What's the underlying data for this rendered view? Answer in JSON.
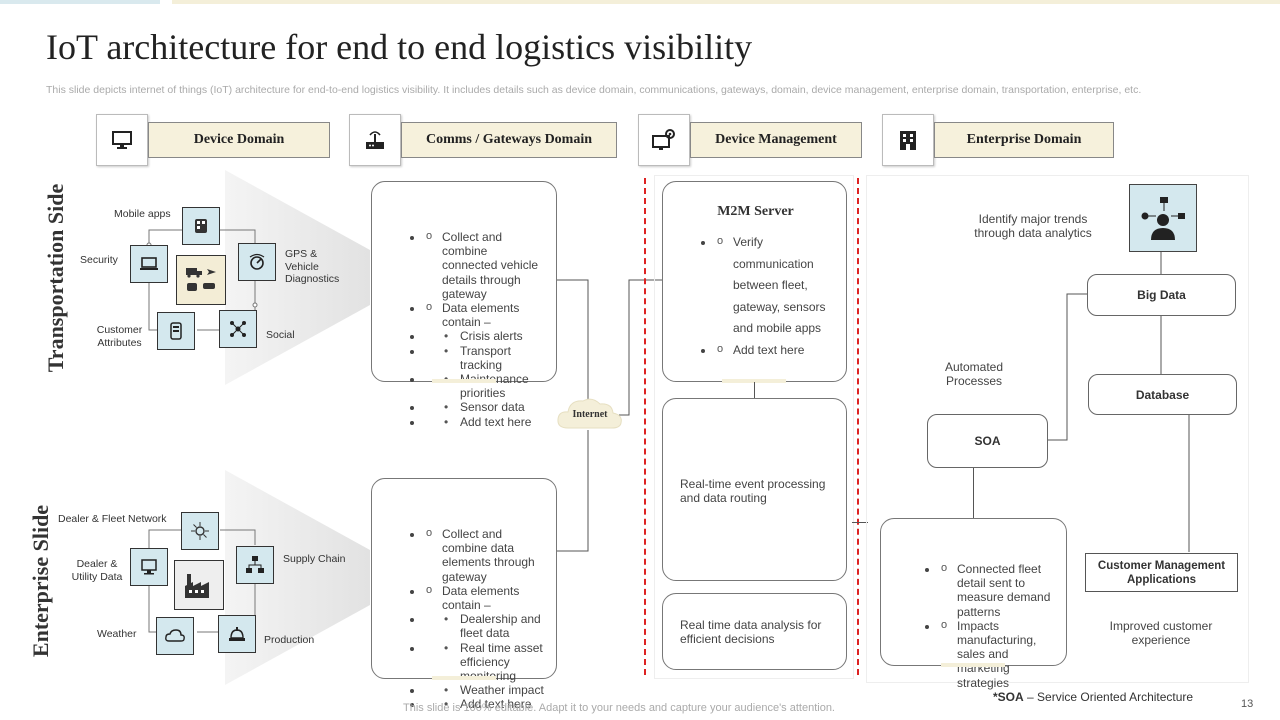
{
  "slide": {
    "title": "IoT architecture for end to end logistics visibility",
    "description": "This slide depicts internet of things (IoT) architecture for end-to-end logistics visibility. It includes details such as device domain, communications, gateways, domain, device management, enterprise domain, transportation, enterprise, etc.",
    "footer": "This slide is 100% editable. Adapt it to your needs and capture your audience's attention.",
    "page_number": "13",
    "footnote_abbr": "*SOA",
    "footnote_text": " – Service Oriented Architecture"
  },
  "headers": [
    {
      "label": "Device Domain",
      "icon": "monitor-icon"
    },
    {
      "label": "Comms / Gateways Domain",
      "icon": "router-icon"
    },
    {
      "label": "Device Management",
      "icon": "gear-monitor-icon"
    },
    {
      "label": "Enterprise Domain",
      "icon": "building-icon"
    }
  ],
  "sides": {
    "transportation": "Transportation Side",
    "enterprise": "Enterprise Slide"
  },
  "transport_devices": {
    "mobile_apps": "Mobile apps",
    "security": "Security",
    "gps": "GPS & Vehicle Diagnostics",
    "customer": "Customer Attributes",
    "social": "Social"
  },
  "enterprise_devices": {
    "dealer_fleet": "Dealer & Fleet Network",
    "dealer_utility": "Dealer & Utility Data",
    "supply_chain": "Supply Chain",
    "weather": "Weather",
    "production": "Production"
  },
  "gateway_top": {
    "items": [
      {
        "type": "o",
        "text": "Collect and combine connected vehicle details through gateway"
      },
      {
        "type": "o",
        "text": "Data elements contain –"
      },
      {
        "type": "d",
        "text": "Crisis alerts"
      },
      {
        "type": "d",
        "text": "Transport tracking"
      },
      {
        "type": "d",
        "text": "Maintenance priorities"
      },
      {
        "type": "d",
        "text": "Sensor data"
      },
      {
        "type": "d",
        "text": "Add text here"
      }
    ]
  },
  "gateway_bottom": {
    "items": [
      {
        "type": "o",
        "text": "Collect and combine data elements through gateway"
      },
      {
        "type": "o",
        "text": "Data elements contain –"
      },
      {
        "type": "d",
        "text": "Dealership and fleet data"
      },
      {
        "type": "d",
        "text": "Real time asset efficiency monitoring"
      },
      {
        "type": "d",
        "text": "Weather impact"
      },
      {
        "type": "d",
        "text": "Add text here"
      }
    ]
  },
  "internet": "Internet",
  "m2m": {
    "title": "M2M Server",
    "items": [
      {
        "type": "o",
        "text": "Verify communication between fleet, gateway, sensors and mobile apps"
      },
      {
        "type": "o",
        "text": "Add text here"
      }
    ]
  },
  "event_processing": "Real-time event processing and data routing",
  "data_analysis": "Real time data analysis for efficient decisions",
  "enterprise": {
    "trends": "Identify major trends through data analytics",
    "big_data": "Big Data",
    "database": "Database",
    "automated": "Automated Processes",
    "soa": "SOA",
    "cma": "Customer Management Applications",
    "improved": "Improved customer experience",
    "soa_items": [
      {
        "type": "o",
        "text": "Connected fleet detail sent to measure demand patterns"
      },
      {
        "type": "o",
        "text": "Impacts manufacturing, sales and marketing strategies"
      }
    ]
  },
  "colors": {
    "header_fill": "#f6f1dc",
    "tile_blue": "#d4e8ee",
    "dashed_red": "#dd2222",
    "accent_cream": "#f4efd9"
  }
}
